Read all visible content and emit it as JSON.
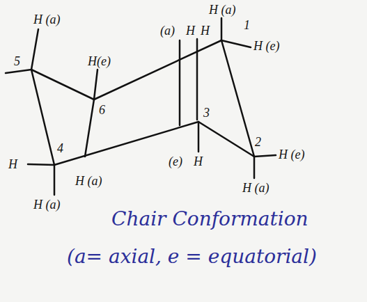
{
  "diagram": {
    "caption": "Chair Conformation",
    "labels": [
      "H (a)",
      "5",
      "H(e)",
      "6",
      "(a)",
      "H",
      "H",
      "H (a)",
      "1",
      "H (e)",
      "3",
      "(e)",
      "H",
      "2",
      "H (e)",
      "H (a)",
      "H",
      "4",
      "H (a)",
      "H (a)",
      "(a= axial, e = equatorial)"
    ]
  }
}
